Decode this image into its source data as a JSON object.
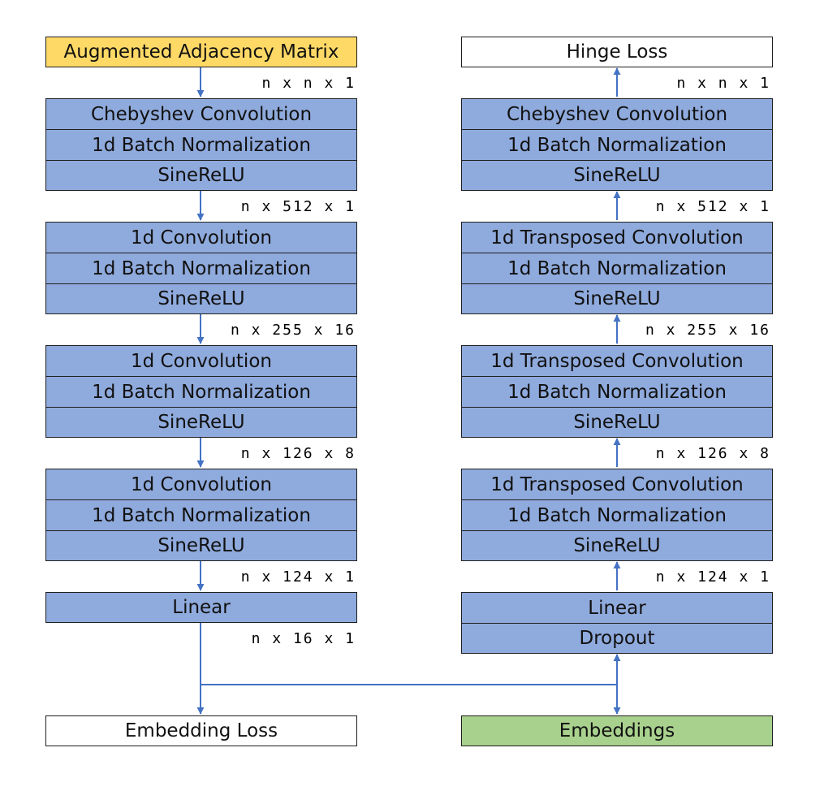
{
  "colors": {
    "layer_fill": "#8faadc",
    "input_fill": "#ffd966",
    "embeddings_fill": "#a9d18e",
    "arrow": "#4472c4"
  },
  "encoder": {
    "input": "Augmented Adjacency Matrix",
    "dim_input": "n x n x 1",
    "block1": [
      "Chebyshev Convolution",
      "1d Batch Normalization",
      "SineReLU"
    ],
    "dim1": "n x 512 x 1",
    "block2": [
      "1d Convolution",
      "1d Batch Normalization",
      "SineReLU"
    ],
    "dim2": "n x 255 x 16",
    "block3": [
      "1d Convolution",
      "1d Batch Normalization",
      "SineReLU"
    ],
    "dim3": "n x 126 x 8",
    "block4": [
      "1d Convolution",
      "1d Batch Normalization",
      "SineReLU"
    ],
    "dim4": "n x 124 x 1",
    "linear": "Linear",
    "dim_linear": "n x 16 x 1",
    "output": "Embedding Loss"
  },
  "decoder": {
    "output": "Hinge Loss",
    "dim_output": "n x n x 1",
    "block1": [
      "Chebyshev Convolution",
      "1d Batch Normalization",
      "SineReLU"
    ],
    "dim1": "n x 512 x 1",
    "block2": [
      "1d Transposed Convolution",
      "1d Batch Normalization",
      "SineReLU"
    ],
    "dim2": "n x 255 x 16",
    "block3": [
      "1d Transposed Convolution",
      "1d Batch Normalization",
      "SineReLU"
    ],
    "dim3": "n x 126 x 8",
    "block4": [
      "1d Transposed Convolution",
      "1d Batch Normalization",
      "SineReLU"
    ],
    "dim4": "n x 124 x 1",
    "linear": "Linear",
    "dropout": "Dropout",
    "input": "Embeddings"
  }
}
